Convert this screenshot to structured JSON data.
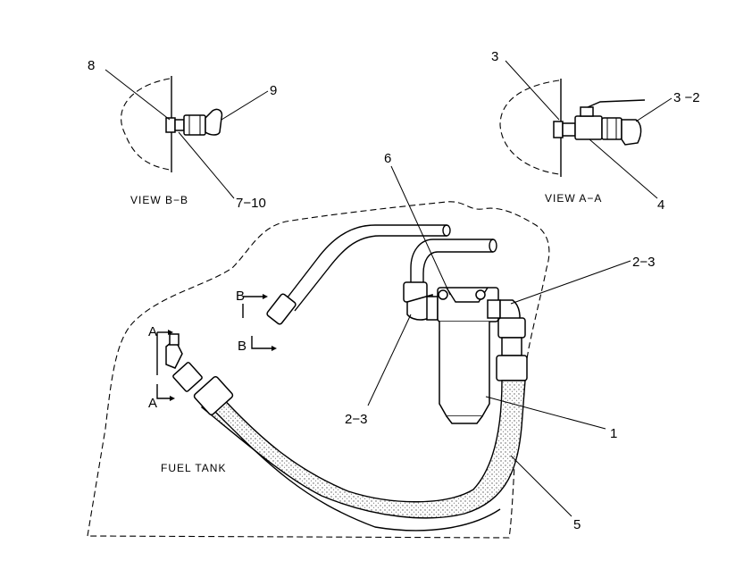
{
  "callouts": {
    "c8": "8",
    "c9": "9",
    "c7_10": "7−10",
    "c3_top": "3",
    "c3_2": "3 −2",
    "c4": "4",
    "c6": "6",
    "c2_3_right": "2−3",
    "c2_3_left": "2−3",
    "c1": "1",
    "c5": "5"
  },
  "captions": {
    "view_bb": "VIEW B−B",
    "view_aa": "VIEW A−A",
    "fuel_tank": "FUEL TANK"
  },
  "section_marks": {
    "b_top": "B",
    "b_bottom": "B",
    "a_top": "A",
    "a_bottom": "A"
  }
}
